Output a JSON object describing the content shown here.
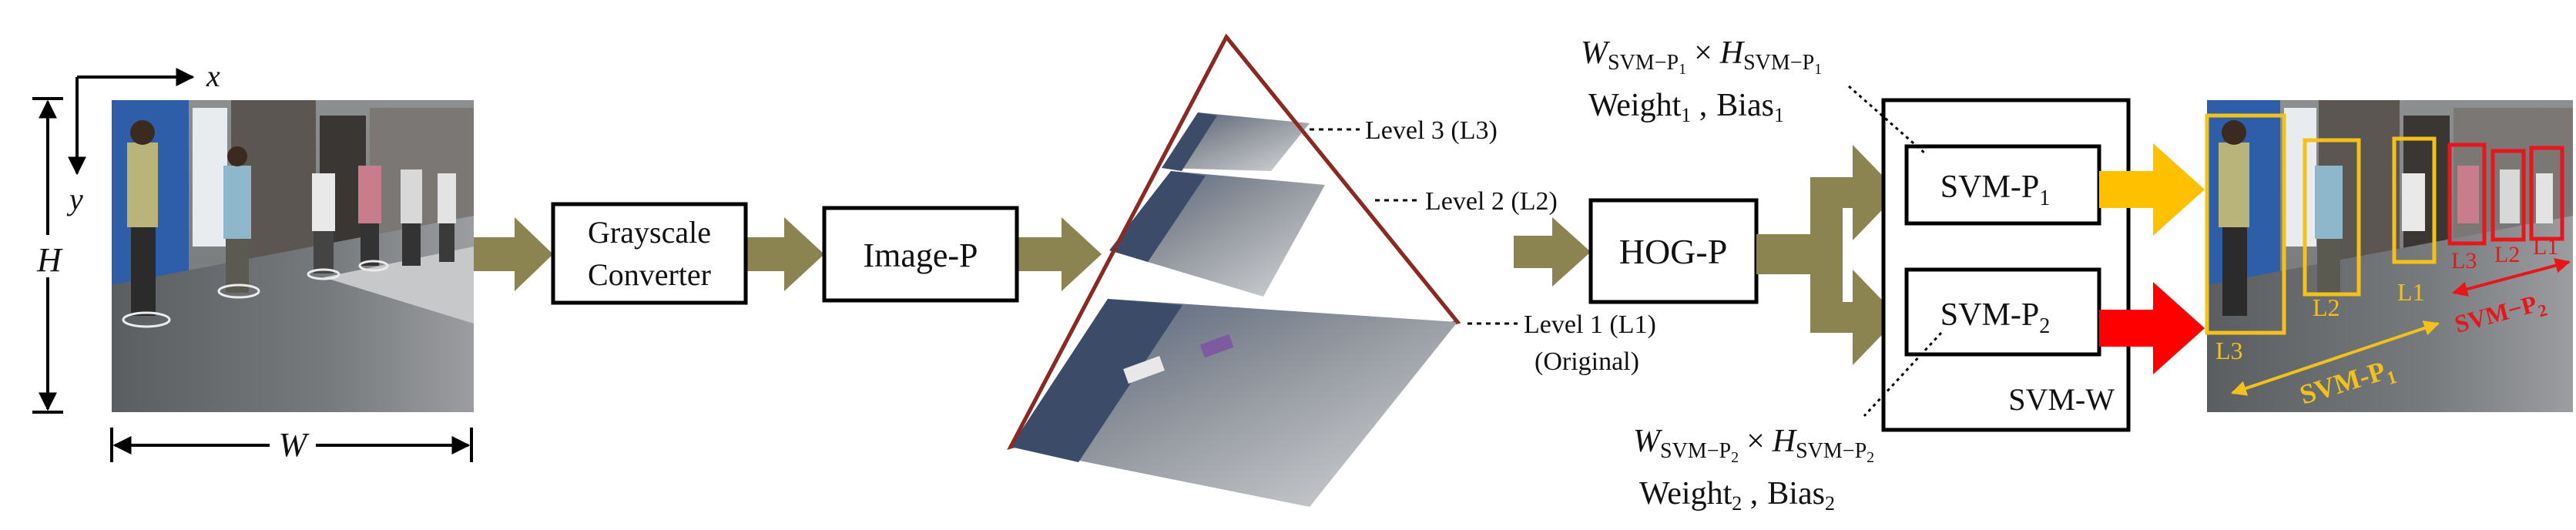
{
  "axes": {
    "x": "x",
    "y": "y",
    "H": "H",
    "W": "W"
  },
  "blocks": {
    "grayscale_line1": "Grayscale",
    "grayscale_line2": "Converter",
    "image_p": "Image-P",
    "hog_p": "HOG-P",
    "svm_p1": "SVM-P",
    "svm_p1_sub": "1",
    "svm_p2": "SVM-P",
    "svm_p2_sub": "2",
    "svm_w": "SVM-W"
  },
  "pyramid": {
    "level3": "Level 3 (L3)",
    "level2": "Level 2 (L2)",
    "level1": "Level 1 (L1)",
    "original": "(Original)"
  },
  "svm_p1_params": {
    "W": "W",
    "W_sub": "SVM−P",
    "W_sub2": "1",
    "times": "×",
    "H": "H",
    "H_sub": "SVM−P",
    "H_sub2": "1",
    "weight": "Weight",
    "weight_sub": "1",
    "bias": "Bias",
    "bias_sub": "1",
    "comma": " ,"
  },
  "svm_p2_params": {
    "W": "W",
    "W_sub": "SVM−P",
    "W_sub2": "2",
    "times": "×",
    "H": "H",
    "H_sub": "SVM−P",
    "H_sub2": "2",
    "weight": "Weight",
    "weight_sub": "2",
    "bias": "Bias",
    "bias_sub": "2",
    "comma": " ,"
  },
  "output": {
    "labels_yellow": [
      "L3",
      "L2",
      "L1"
    ],
    "labels_red": [
      "L3",
      "L2",
      "L1"
    ],
    "svm_p1": "SVM-P",
    "svm_p1_sub": "1",
    "svm_p2": "SVM−P",
    "svm_p2_sub": "2"
  },
  "colors": {
    "flow_arrow": "#8b8350",
    "svm_p1_arrow": "#ffc000",
    "svm_p2_arrow": "#ff0000",
    "detection_yellow": "#f2c21b",
    "detection_red": "#e8161b",
    "pyramid_edge": "#8b2a22"
  }
}
